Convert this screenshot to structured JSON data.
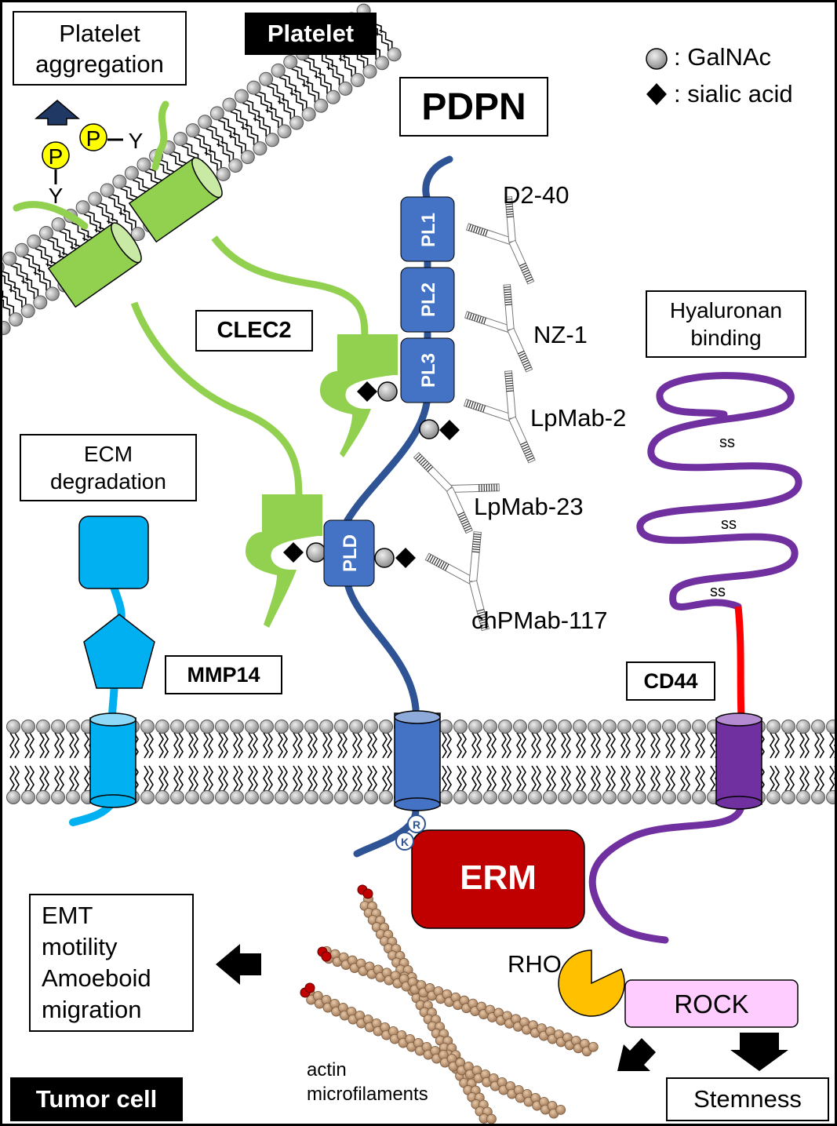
{
  "title": "PDPN",
  "cells": {
    "platelet": "Platelet",
    "tumor": "Tumor cell"
  },
  "legend": {
    "galnac": ": GalNAc",
    "sialic": ": sialic acid"
  },
  "functions": {
    "platelet_aggregation": [
      "Platelet",
      "aggregation"
    ],
    "ecm_degradation": [
      "ECM",
      "degradation"
    ],
    "hyaluronan_binding": [
      "Hyaluronan",
      "binding"
    ],
    "emt": [
      "EMT",
      "motility",
      "Amoeboid",
      "migration"
    ],
    "stemness": "Stemness"
  },
  "proteins": {
    "clec2": "CLEC2",
    "mmp14": "MMP14",
    "cd44": "CD44",
    "erm": "ERM",
    "rho": "RHO",
    "rock": "ROCK"
  },
  "domains": {
    "pl1": "PL1",
    "pl2": "PL2",
    "pl3": "PL3",
    "pld": "PLD"
  },
  "antibodies": {
    "d2_40": "D2-40",
    "nz_1": "NZ-1",
    "lpmab_2": "LpMab-2",
    "lpmab_23": "LpMab-23",
    "chpmab_117": "chPMab-117"
  },
  "residues": {
    "r": "R",
    "k": "K",
    "p": "P",
    "y": "Y"
  },
  "disulfide": "ss",
  "actin": [
    "actin",
    "microfilaments"
  ],
  "colors": {
    "pdpn": "#2f5496",
    "domain": "#4472c4",
    "clec2": "#92d050",
    "mmp14": "#00b0f0",
    "cd44": "#7030a0",
    "cd44_linker": "#ff0000",
    "erm": "#c00000",
    "rho": "#ffc000",
    "rock": "#ffccff",
    "phospho": "#ffff00",
    "actin": "#c8a27c"
  }
}
